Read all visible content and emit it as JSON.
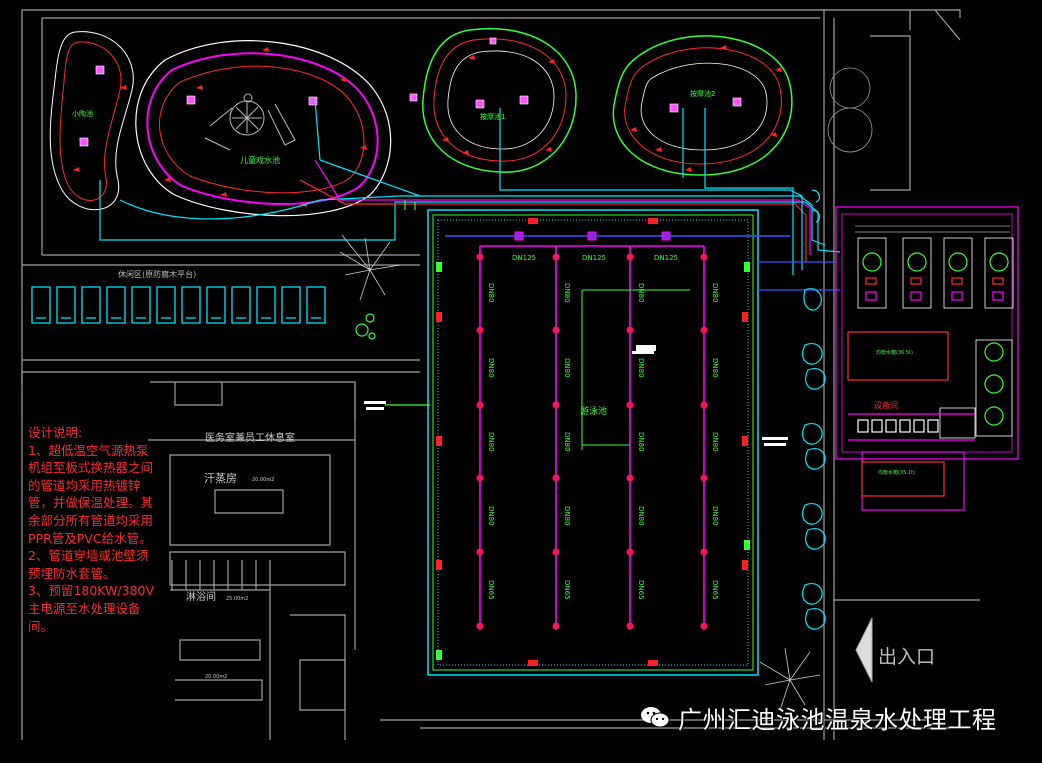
{
  "pools": {
    "small_pool": "小陶池",
    "kids_pool": "儿童戏水池",
    "spa_pool_1": "按摩池1",
    "spa_pool_2": "按摩池2",
    "swim_pool": "游泳池"
  },
  "rooms": {
    "rest_area": "休闲区(原防腐木平台)",
    "medical_room": "医务室兼员工休息室",
    "sauna": "汗蒸房",
    "sauna_area": "20.00m2",
    "shower": "淋浴间",
    "shower_area": "25.00m2",
    "locker_area": "20.00m2",
    "equipment_room": "设备间",
    "balance_tank_1": "均衡水箱(36.5t)",
    "balance_tank_2": "均衡水箱(35.1t)"
  },
  "pipes": {
    "main_labels": [
      "DN125",
      "DN125",
      "DN125"
    ],
    "branch_labels": [
      "DN80",
      "DN80",
      "DN80",
      "DN80",
      "DN65",
      "DN65"
    ]
  },
  "notes": {
    "title": "设计说明:",
    "body": "1、超低温空气源热泵机组至板式换热器之间的管道均采用热镀锌管，并做保温处理。其余部分所有管道均采用PPR管及PVC给水管。\n2、管道穿墙或池壁须预埋防水套管。\n3、预留180KW/380V主电源至水处理设备间。"
  },
  "exit_label": "出入口",
  "watermark": "广州汇迪泳池温泉水处理工程",
  "colors": {
    "cyan": "#00e5ff",
    "magenta": "#ff00ff",
    "red": "#ff2020",
    "green": "#33ff33",
    "white": "#ffffff",
    "gray": "#9a9a9a",
    "blue": "#3355ff"
  }
}
